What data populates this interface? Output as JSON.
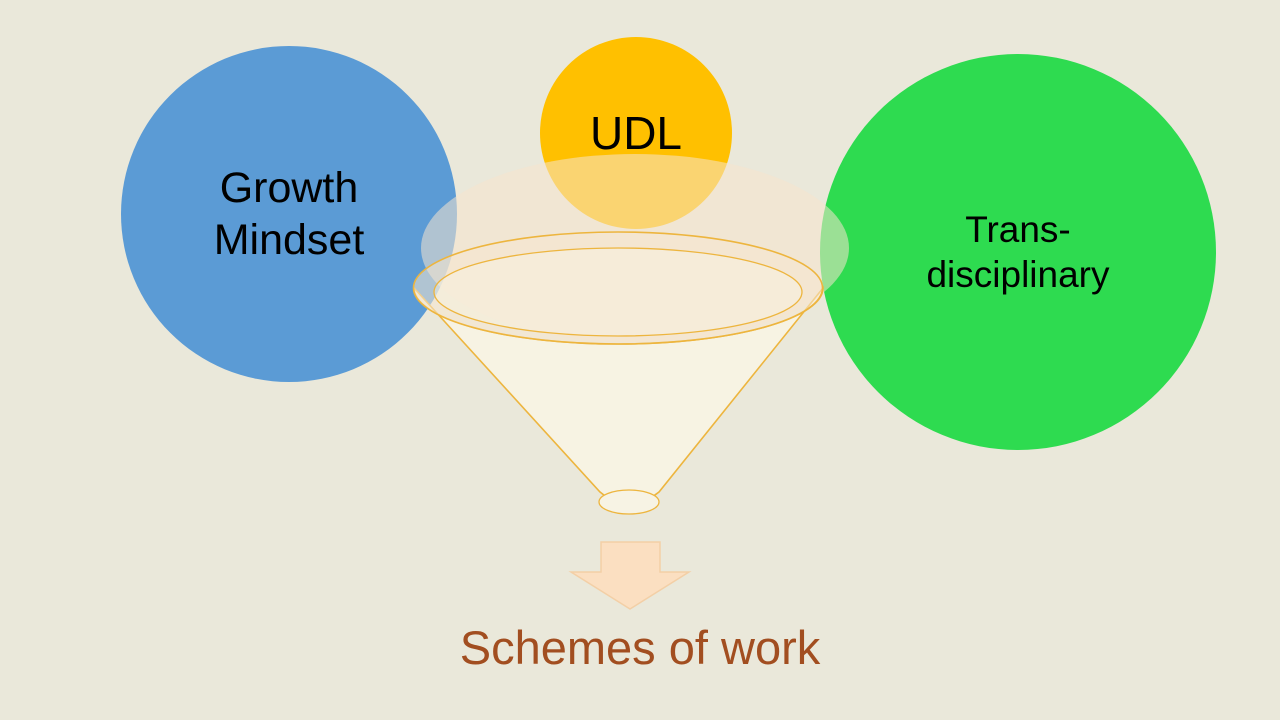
{
  "slide": {
    "background_color": "#eae8da",
    "circles": [
      {
        "name": "growth-mindset",
        "lines": [
          "Growth",
          "Mindset"
        ],
        "fill": "#5b9bd5",
        "text_color": "#000000"
      },
      {
        "name": "udl",
        "lines": [
          "UDL"
        ],
        "fill": "#ffc000",
        "text_color": "#000000"
      },
      {
        "name": "trans-disciplinary",
        "lines": [
          "Trans-",
          "disciplinary"
        ],
        "fill": "#2edb50",
        "text_color": "#000000"
      }
    ],
    "funnel": {
      "outline_color": "#edb53e",
      "body_fill": "#f7f3e4",
      "glow_fill": "#f6e3cd"
    },
    "arrow": {
      "direction": "down",
      "fill": "#fbdfc1",
      "outline": "#f3cfa6"
    },
    "caption": {
      "text": "Schemes of work",
      "color": "#a24e20"
    }
  }
}
